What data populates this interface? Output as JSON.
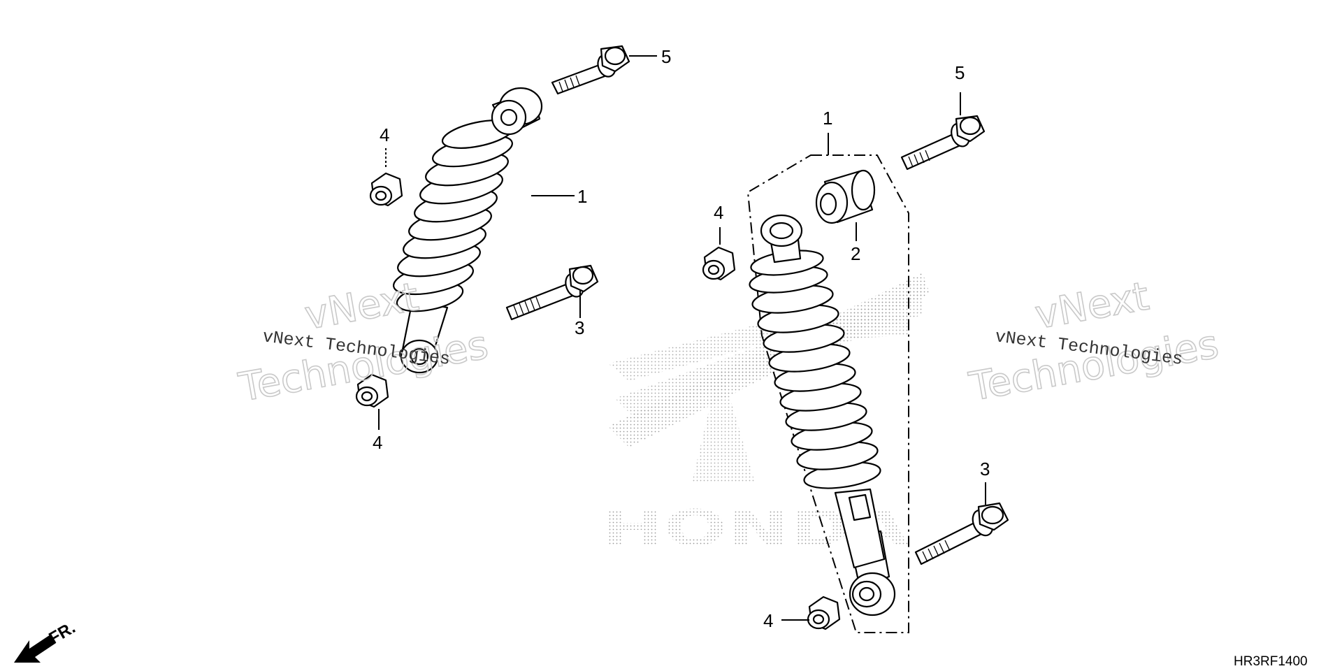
{
  "callouts": {
    "left_shock": "1",
    "left_bolt_top": "5",
    "left_bolt_mid": "3",
    "left_nut_top": "4",
    "left_nut_bottom": "4",
    "right_shock": "1",
    "right_collar": "2",
    "right_bolt_top": "5",
    "right_bolt_bottom": "3",
    "right_nut_top": "4",
    "right_nut_bottom": "4"
  },
  "front_arrow_label": "FR.",
  "diagram_code": "HR3RF1400",
  "watermarks": {
    "outline_line1": "vNext",
    "outline_line2": "Technologies",
    "mono": "vNext Technologies"
  },
  "background_logo_text": "HONDA",
  "colors": {
    "line": "#000000",
    "watermark": "#c9c9c9",
    "dots": "#9a9a9a"
  }
}
